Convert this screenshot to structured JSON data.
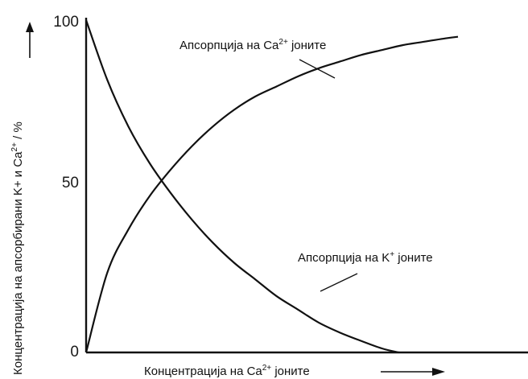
{
  "chart_data": {
    "type": "line",
    "title": "",
    "xlabel": {
      "pre": "Концентрација на Ca",
      "sup": "2+",
      "post": " јоните"
    },
    "ylabel": {
      "pre": "Концентрација на апсорбирани K+ и  Ca",
      "sup": "2+",
      "post": " / %"
    },
    "ylim": [
      0,
      100
    ],
    "xlim": [
      0,
      100
    ],
    "yticks": [
      "0",
      "50",
      "100"
    ],
    "series": [
      {
        "label": {
          "pre": "Апсорпција на Ca",
          "sup": "2+",
          "post": " јоните"
        },
        "x": [
          0,
          5,
          10,
          15,
          20,
          25,
          30,
          35,
          40,
          45,
          50,
          55,
          60,
          65,
          70,
          75,
          80,
          85,
          88
        ],
        "y": [
          0,
          24,
          37,
          47,
          55,
          62,
          68,
          73,
          77,
          80,
          83,
          85.5,
          87.5,
          89.5,
          91,
          92.5,
          93.5,
          94.5,
          95
        ]
      },
      {
        "label": {
          "pre": "Апсорпција на K",
          "sup": "+",
          "post": " јоните"
        },
        "x": [
          0,
          5,
          10,
          15,
          20,
          25,
          30,
          35,
          40,
          45,
          50,
          55,
          60,
          65,
          70,
          74
        ],
        "y": [
          100,
          82,
          68,
          57,
          48,
          40,
          33,
          27,
          22,
          17,
          13,
          9,
          6,
          3.5,
          1.2,
          0
        ]
      }
    ]
  }
}
